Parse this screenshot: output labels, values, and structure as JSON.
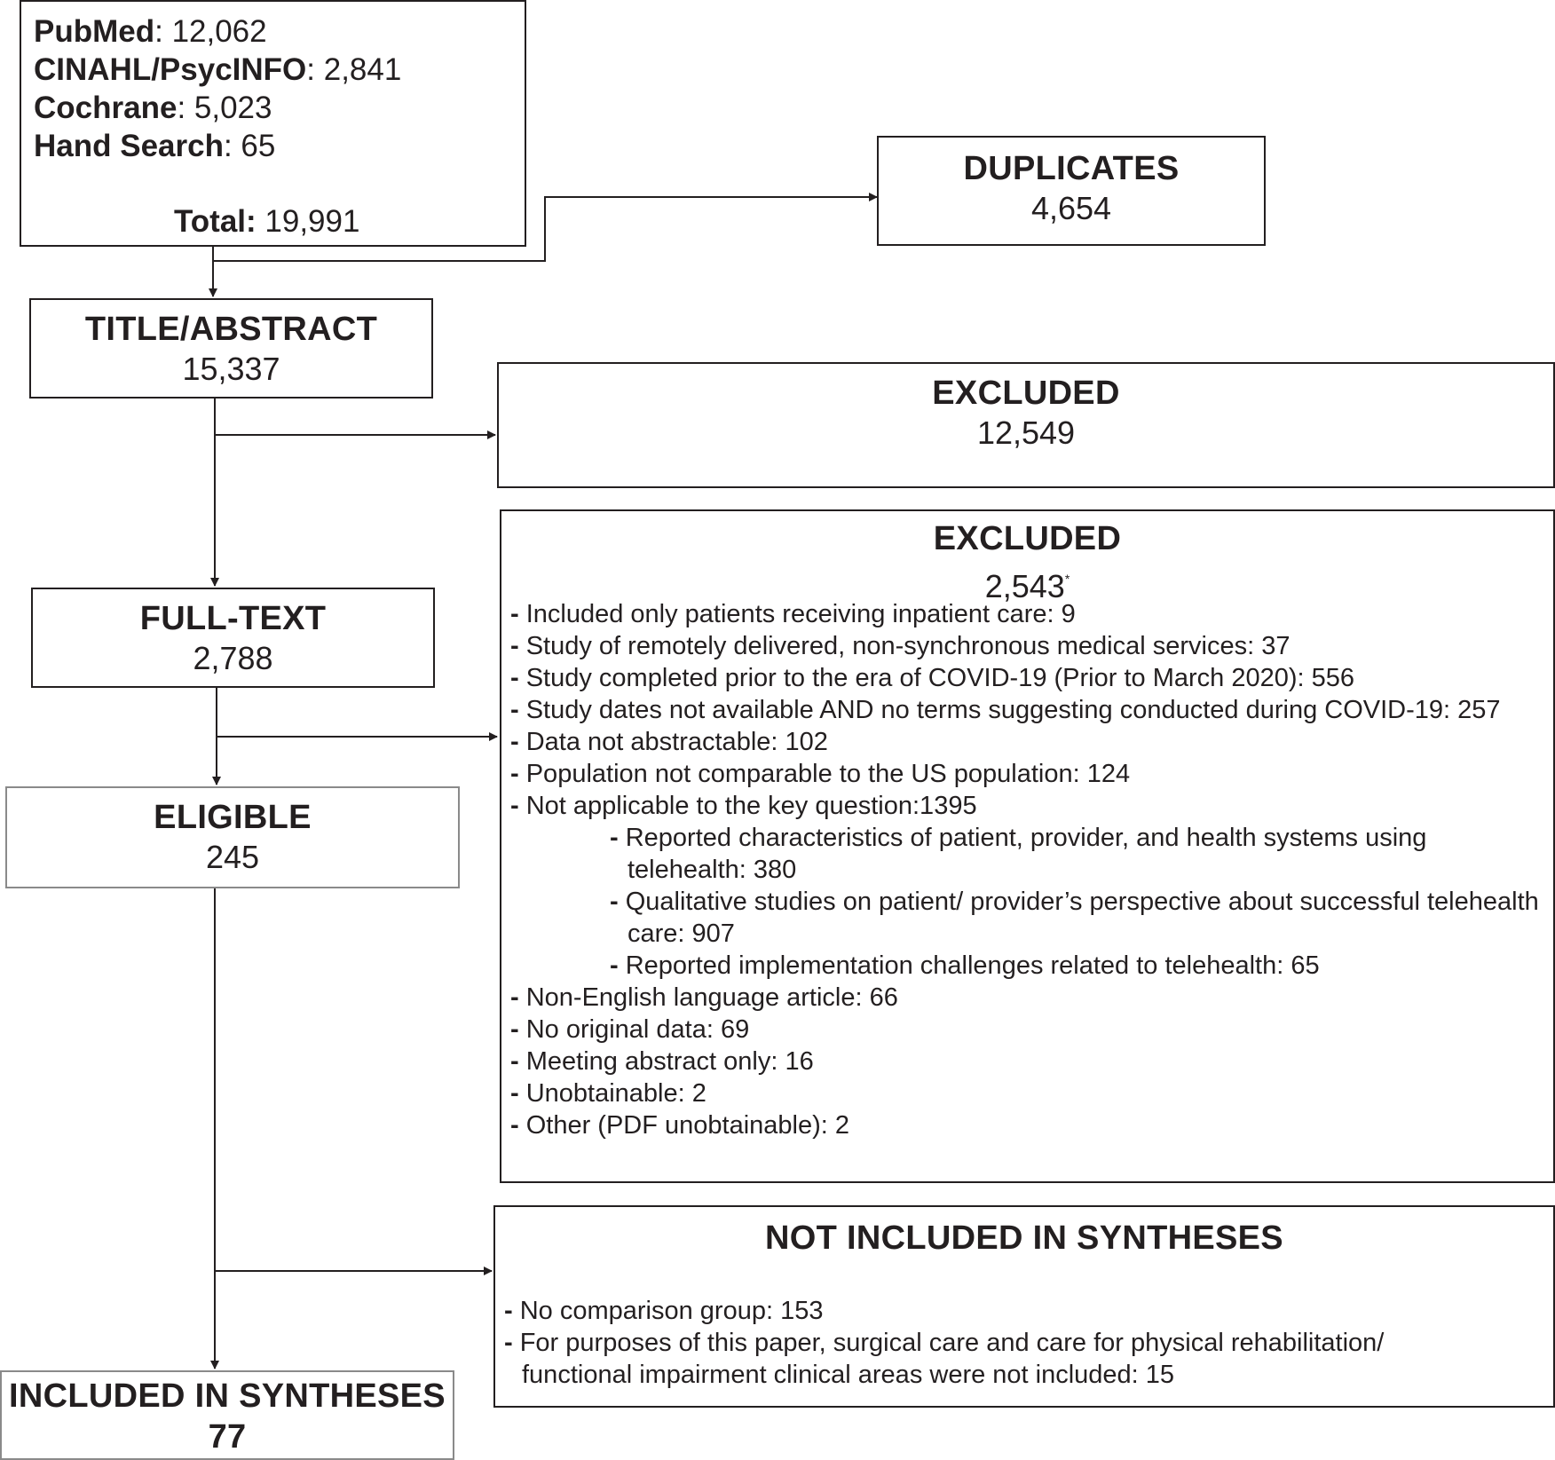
{
  "sources": {
    "items": [
      {
        "name": "PubMed",
        "value": "12,062"
      },
      {
        "name": "CINAHL/PsycINFO",
        "value": "2,841"
      },
      {
        "name": "Cochrane",
        "value": "5,023"
      },
      {
        "name": "Hand Search",
        "value": "65"
      }
    ],
    "total_label": "Total:",
    "total_value": "19,991"
  },
  "duplicates": {
    "title": "DUPLICATES",
    "count": "4,654"
  },
  "title_abstract": {
    "title": "TITLE/ABSTRACT",
    "count": "15,337"
  },
  "excluded_1": {
    "title": "EXCLUDED",
    "count": "12,549"
  },
  "full_text": {
    "title": "FULL-TEXT",
    "count": "2,788"
  },
  "excluded_2": {
    "title": "EXCLUDED",
    "count": "2,543",
    "mark": "*",
    "reasons": [
      {
        "level": 0,
        "text": "Included only patients receiving inpatient care: 9"
      },
      {
        "level": 0,
        "text": "Study of remotely delivered, non-synchronous medical services: 37"
      },
      {
        "level": 0,
        "text": "Study completed prior to the era of COVID-19 (Prior to March 2020): 556"
      },
      {
        "level": 0,
        "text": "Study dates not available AND no terms suggesting conducted during COVID-19: 257"
      },
      {
        "level": 0,
        "text": "Data not abstractable: 102"
      },
      {
        "level": 0,
        "text": "Population not comparable to the US population: 124"
      },
      {
        "level": 0,
        "text": "Not applicable to the key question:1395"
      },
      {
        "level": 1,
        "text": "Reported characteristics of patient, provider, and health systems using telehealth: 380"
      },
      {
        "level": 1,
        "text": "Qualitative studies on patient/ provider’s perspective about successful telehealth care: 907"
      },
      {
        "level": 1,
        "text": "Reported implementation challenges related to telehealth: 65"
      },
      {
        "level": 0,
        "text": "Non-English language article: 66"
      },
      {
        "level": 0,
        "text": "No original data: 69"
      },
      {
        "level": 0,
        "text": "Meeting abstract only: 16"
      },
      {
        "level": 0,
        "text": "Unobtainable: 2"
      },
      {
        "level": 0,
        "text": "Other (PDF unobtainable): 2"
      }
    ]
  },
  "eligible": {
    "title": "ELIGIBLE",
    "count": "245"
  },
  "not_included": {
    "title": "NOT INCLUDED IN SYNTHESES",
    "reasons": [
      {
        "text": "No comparison group: 153"
      },
      {
        "text": "For purposes of this paper, surgical care and care for physical rehabilitation/ functional impairment clinical areas were not included: 15"
      }
    ]
  },
  "included": {
    "title": "INCLUDED IN SYNTHESES",
    "count": "77"
  },
  "colors": {
    "line": "#231f20",
    "grey_border": "#8a8a8a",
    "background": "#ffffff"
  }
}
